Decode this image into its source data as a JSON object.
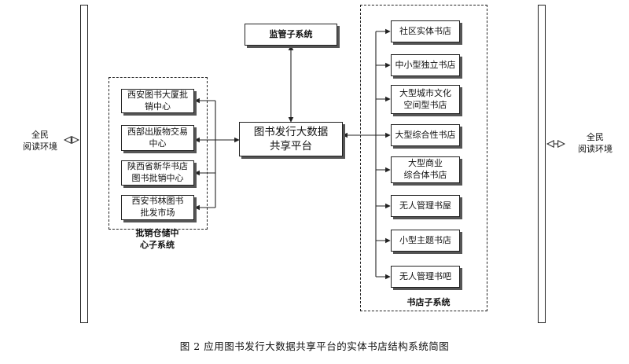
{
  "supervision": {
    "label": "监管子系统"
  },
  "platform": {
    "label": "图书发行大数据\n共享平台"
  },
  "warehouse": {
    "title": "批销仓储中\n心子系统",
    "items": [
      {
        "label": "西安图书大厦批\n销中心"
      },
      {
        "label": "西部出版物交易\n中心"
      },
      {
        "label": "陕西省新华书店\n图书批销中心"
      },
      {
        "label": "西安书林图书\n批发市场"
      }
    ]
  },
  "bookstore": {
    "title": "书店子系统",
    "items": [
      {
        "label": "社区实体书店"
      },
      {
        "label": "中小型独立书店"
      },
      {
        "label": "大型城市文化\n空间型书店"
      },
      {
        "label": "大型综合性书店"
      },
      {
        "label": "大型商业\n综合体书店"
      },
      {
        "label": "无人管理书屋"
      },
      {
        "label": "小型主题书店"
      },
      {
        "label": "无人管理书吧"
      }
    ]
  },
  "environment": {
    "left": "全民\n阅读环境",
    "right": "全民\n阅读环境"
  },
  "caption": "图 2 应用图书发行大数据共享平台的实体书店结构系统简图"
}
